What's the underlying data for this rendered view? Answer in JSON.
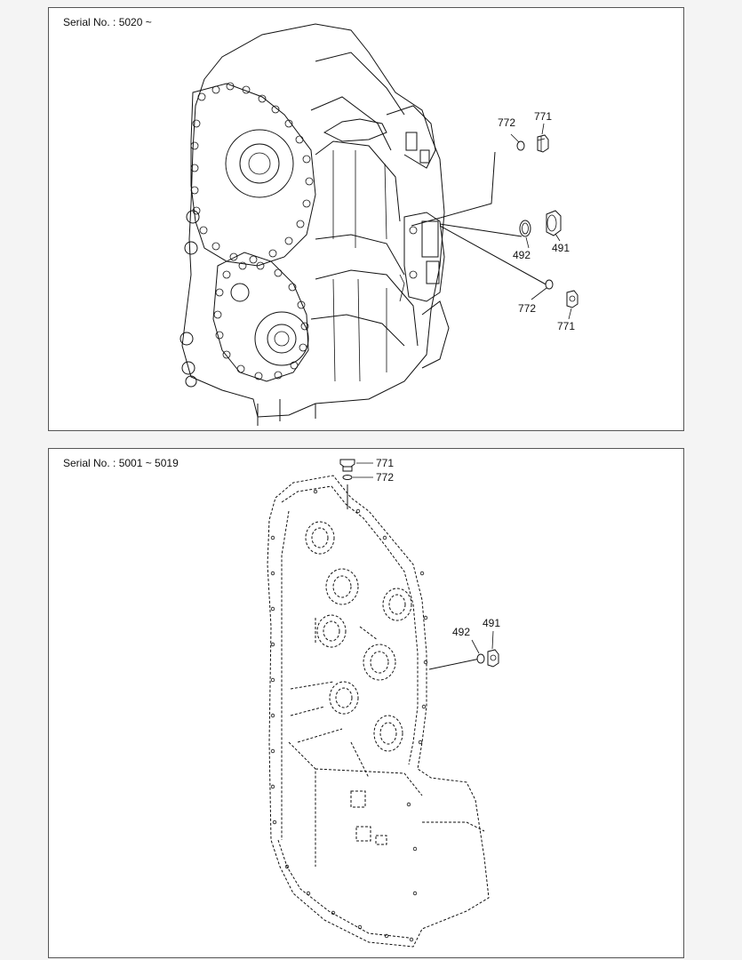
{
  "panels": [
    {
      "serial": "Serial No. : 5020 ~",
      "labels": {
        "p772a": "772",
        "p771a": "771",
        "p492": "492",
        "p491": "491",
        "p772b": "772",
        "p771b": "771"
      }
    },
    {
      "serial": "Serial No. : 5001 ~ 5019",
      "labels": {
        "p771": "771",
        "p772": "772",
        "p492": "492",
        "p491": "491"
      }
    }
  ]
}
